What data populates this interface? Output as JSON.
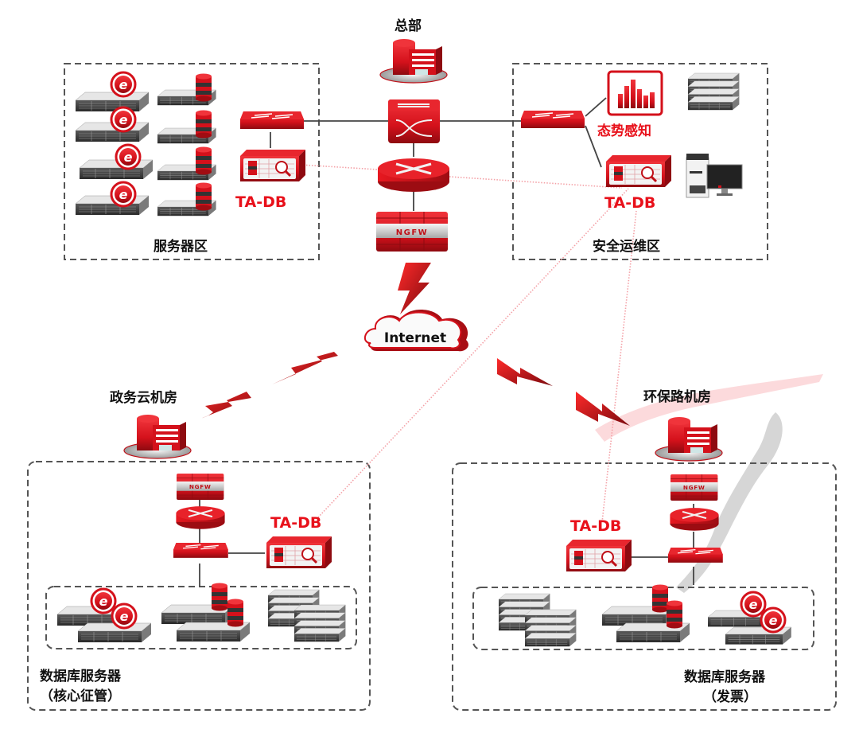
{
  "title": "总部",
  "colors": {
    "accent": "#e8101a",
    "device_red": "#d4111b",
    "device_dark": "#8e0a10",
    "zone_border": "#555555",
    "link_solid": "#444444",
    "link_dotted": "#f4a0a6",
    "map_pink": "#fcd6d8",
    "map_gray": "#d6d6d6"
  },
  "hq": {
    "label": "总部",
    "core_devices": [
      {
        "type": "core-switch",
        "icon": "core-switch-icon"
      },
      {
        "type": "router",
        "icon": "router-icon"
      },
      {
        "type": "firewall",
        "icon": "firewall-icon",
        "label": "NGFW"
      }
    ],
    "internet_label": "Internet",
    "server_zone": {
      "label": "服务器区",
      "web_servers": 4,
      "db_servers": 4,
      "switch": "access-switch",
      "audit": {
        "label": "TA-DB"
      }
    },
    "security_zone": {
      "label": "安全运维区",
      "situational_awareness": {
        "label": "态势感知"
      },
      "audit": {
        "label": "TA-DB"
      },
      "devices": [
        "server-stack",
        "workstation"
      ]
    }
  },
  "branches": [
    {
      "id": "gov-cloud",
      "label": "政务云机房",
      "firewall_label": "NGFW",
      "audit": {
        "label": "TA-DB"
      },
      "zone_label_line1": "数据库服务器",
      "zone_label_line2": "（核心征管）",
      "servers": [
        "web-server",
        "web-server",
        "db-server",
        "db-server",
        "server-stack",
        "server-stack"
      ]
    },
    {
      "id": "huanbao-road",
      "label": "环保路机房",
      "firewall_label": "NGFW",
      "audit": {
        "label": "TA-DB"
      },
      "zone_label_line1": "数据库服务器",
      "zone_label_line2": "（发票）",
      "servers": [
        "server-stack",
        "server-stack",
        "db-server",
        "db-server",
        "web-server",
        "web-server"
      ]
    }
  ]
}
